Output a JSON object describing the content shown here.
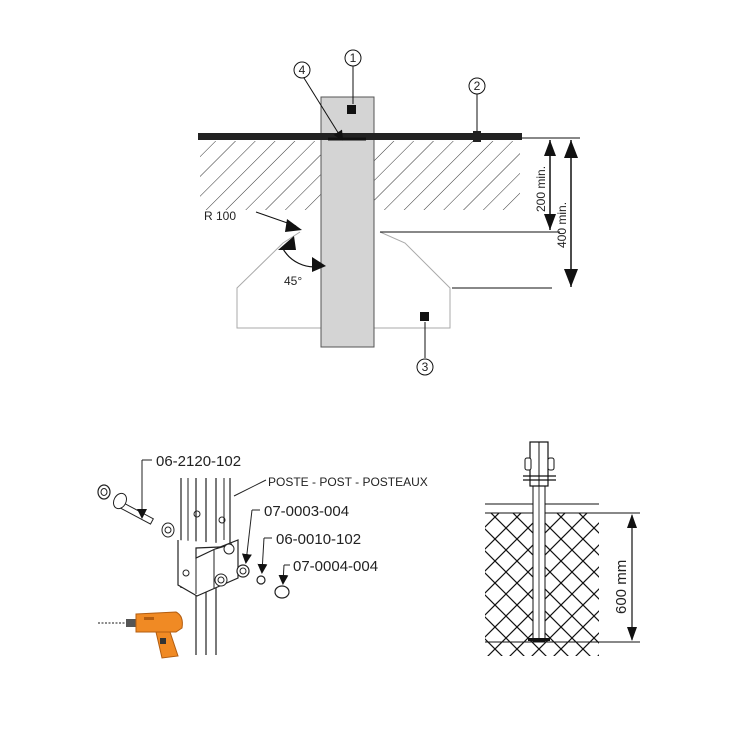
{
  "section_view": {
    "callouts": [
      "1",
      "2",
      "3",
      "4"
    ],
    "dim_inner": "200 min.",
    "dim_outer": "400 min.",
    "radius_label": "R 100",
    "angle_label": "45°"
  },
  "assembly_view": {
    "part_a": "06-2120-102",
    "post_label": "POSTE - POST - POSTEAUX",
    "part_b": "07-0003-004",
    "part_c": "06-0010-102",
    "part_d": "07-0004-004",
    "drill_icon": "drill-icon",
    "drill_color": "#f08a24"
  },
  "depth_view": {
    "depth_label": "600  mm"
  }
}
